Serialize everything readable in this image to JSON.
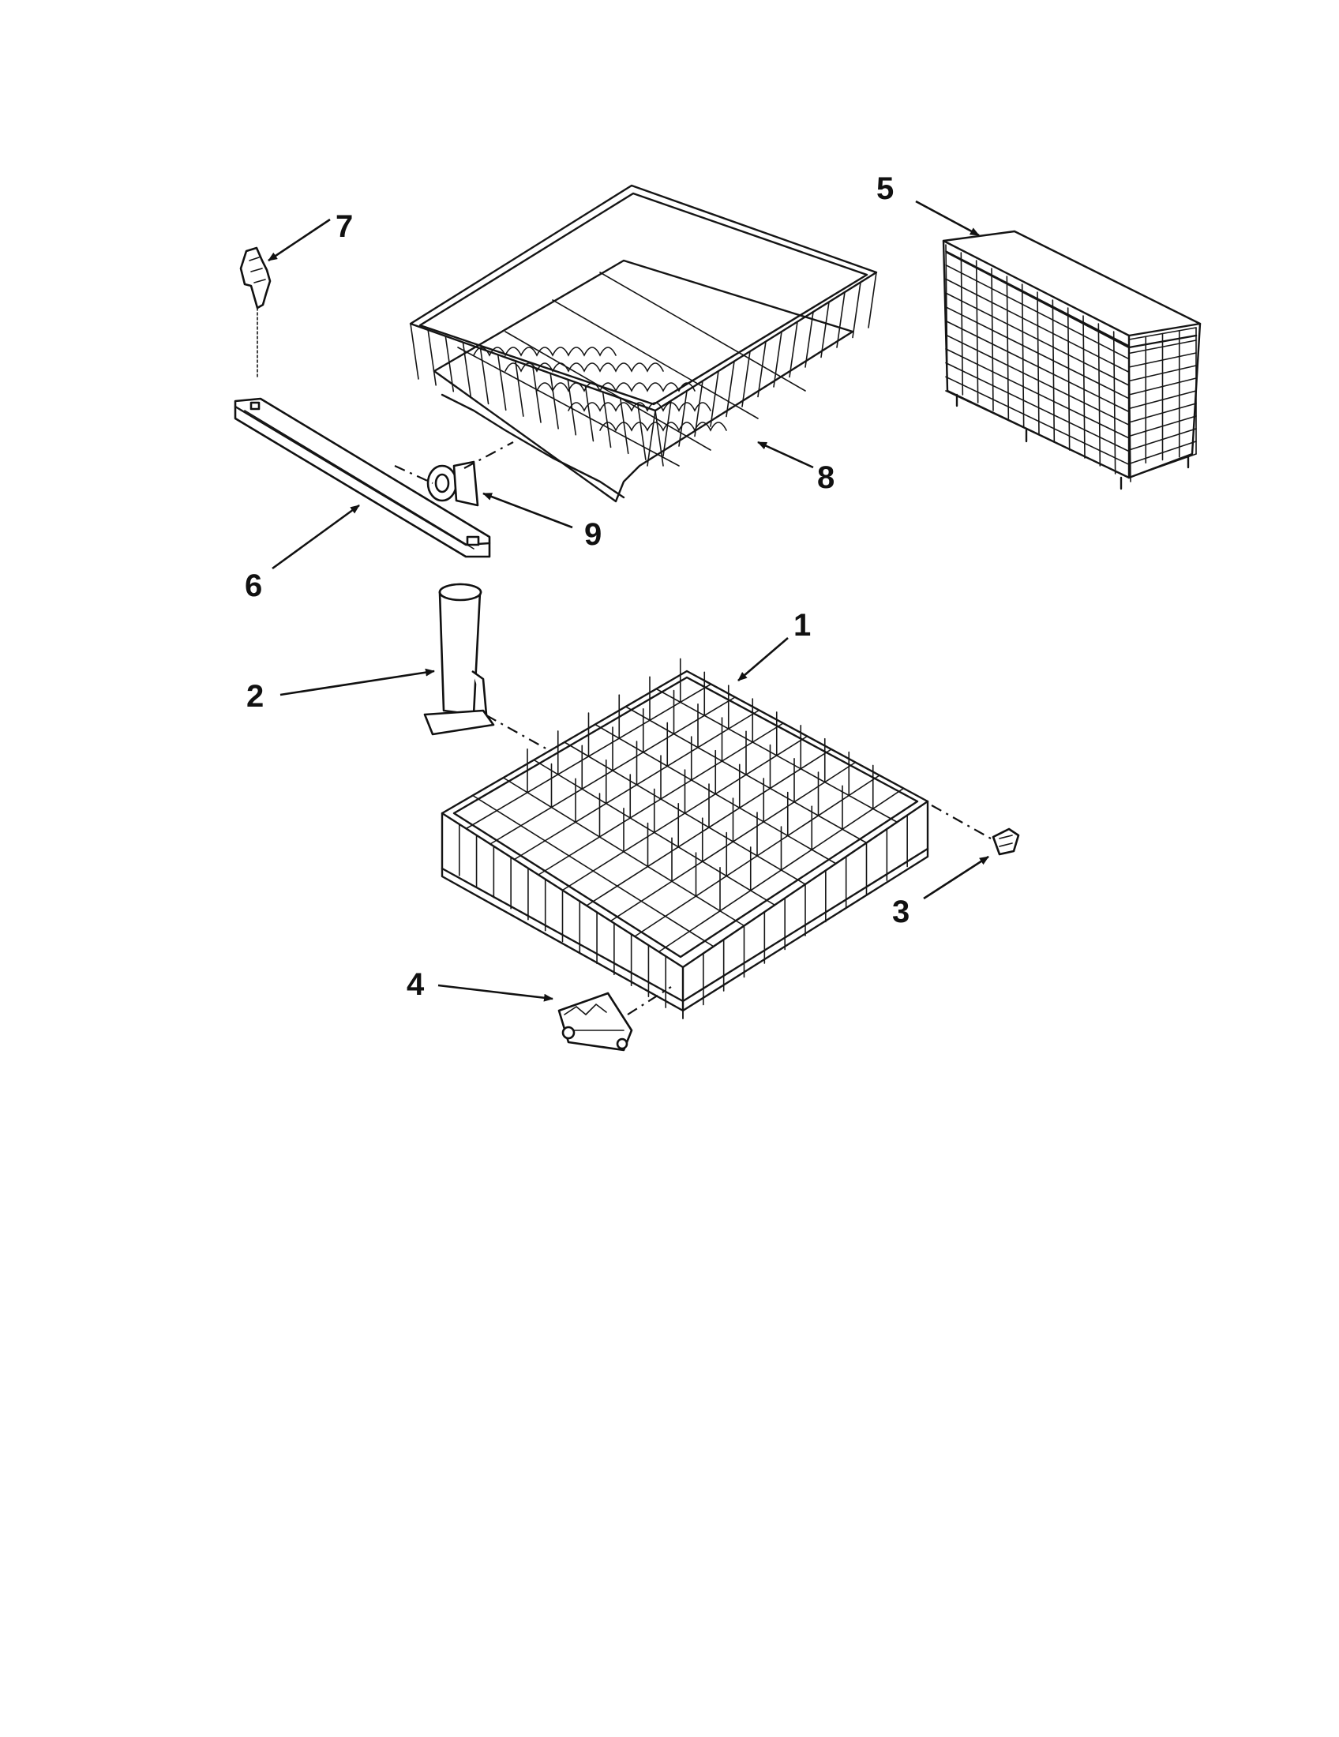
{
  "diagram": {
    "parts": [
      {
        "id": "lower-rack",
        "callout": "1"
      },
      {
        "id": "wash-tube",
        "callout": "2"
      },
      {
        "id": "rack-stop-cap",
        "callout": "3"
      },
      {
        "id": "roller-bracket",
        "callout": "4"
      },
      {
        "id": "silverware-basket",
        "callout": "5"
      },
      {
        "id": "track-rail",
        "callout": "6"
      },
      {
        "id": "track-stop-clip",
        "callout": "7"
      },
      {
        "id": "upper-rack",
        "callout": "8"
      },
      {
        "id": "rack-wheel",
        "callout": "9"
      }
    ]
  }
}
